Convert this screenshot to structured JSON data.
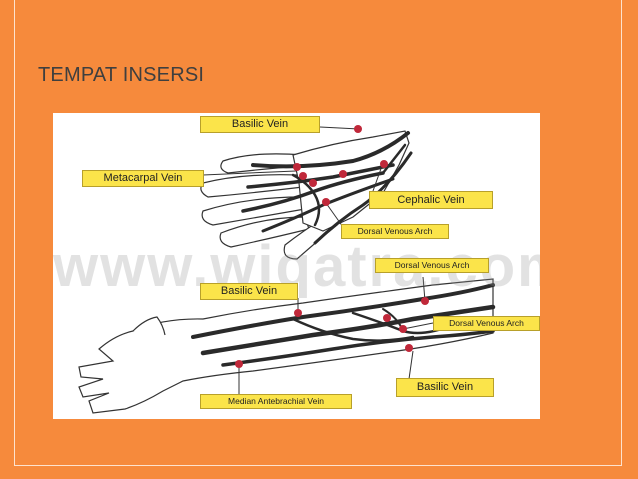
{
  "slide": {
    "title": "TEMPAT INSERSI",
    "background_color": "#f68a3c",
    "title_color": "#3f3f3f"
  },
  "figure": {
    "watermark": "www.wiqatra.com",
    "labels": {
      "basilic_top": "Basilic Vein",
      "metacarpal": "Metacarpal Vein",
      "cephalic": "Cephalic Vein",
      "dorsal_arch_1": "Dorsal Venous Arch",
      "dorsal_arch_2": "Dorsal Venous Arch",
      "basilic_mid": "Basilic Vein",
      "dorsal_arch_3": "Dorsal Venous Arch",
      "median_antebrachial": "Median Antebrachial Vein",
      "basilic_bottom": "Basilic Vein"
    },
    "label_color": "#fbe44a",
    "insertion_point_color": "#c0283a",
    "vein_color": "#2a2a2a"
  }
}
